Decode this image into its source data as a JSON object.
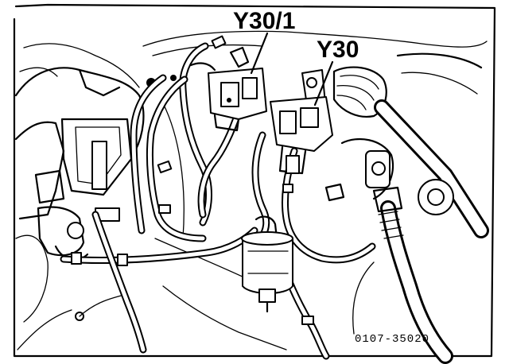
{
  "labels": {
    "y30_1": "Y30/1",
    "y30": "Y30",
    "code": "0107-35020"
  }
}
